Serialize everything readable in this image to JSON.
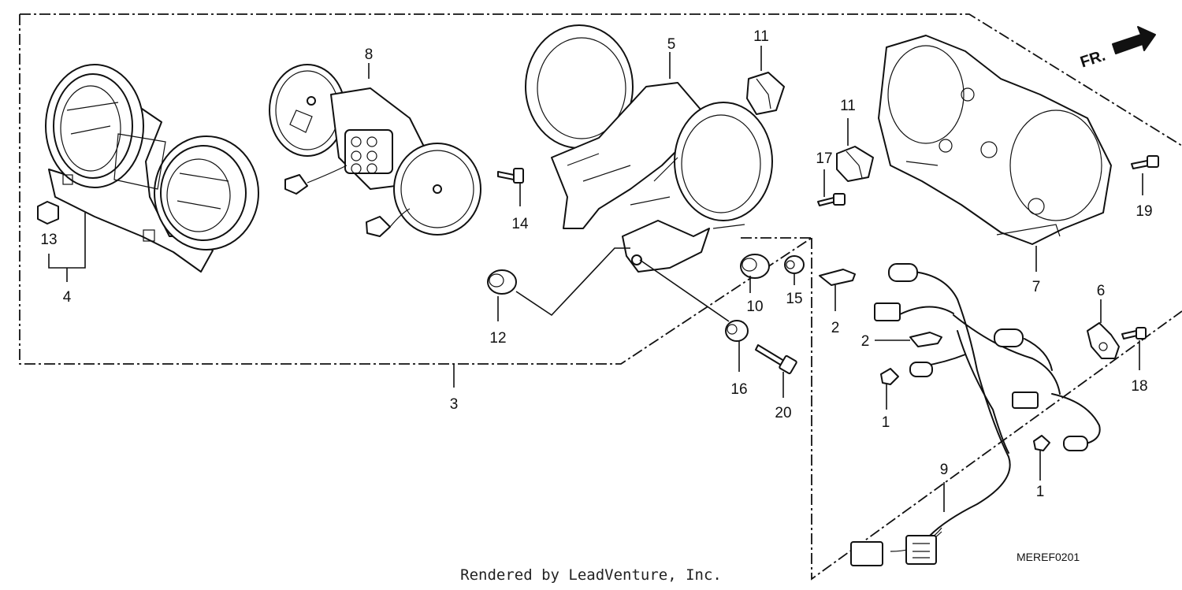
{
  "diagram": {
    "part_callouts": [
      "1",
      "1",
      "2",
      "2",
      "3",
      "4",
      "5",
      "6",
      "7",
      "8",
      "9",
      "10",
      "11",
      "11",
      "12",
      "13",
      "14",
      "15",
      "16",
      "17",
      "18",
      "19",
      "20"
    ],
    "direction_label": "FR.",
    "drawing_code": "MEREF0201",
    "credit": "Rendered by LeadVenture, Inc."
  },
  "colors": {
    "line": "#111111",
    "background": "#ffffff"
  }
}
